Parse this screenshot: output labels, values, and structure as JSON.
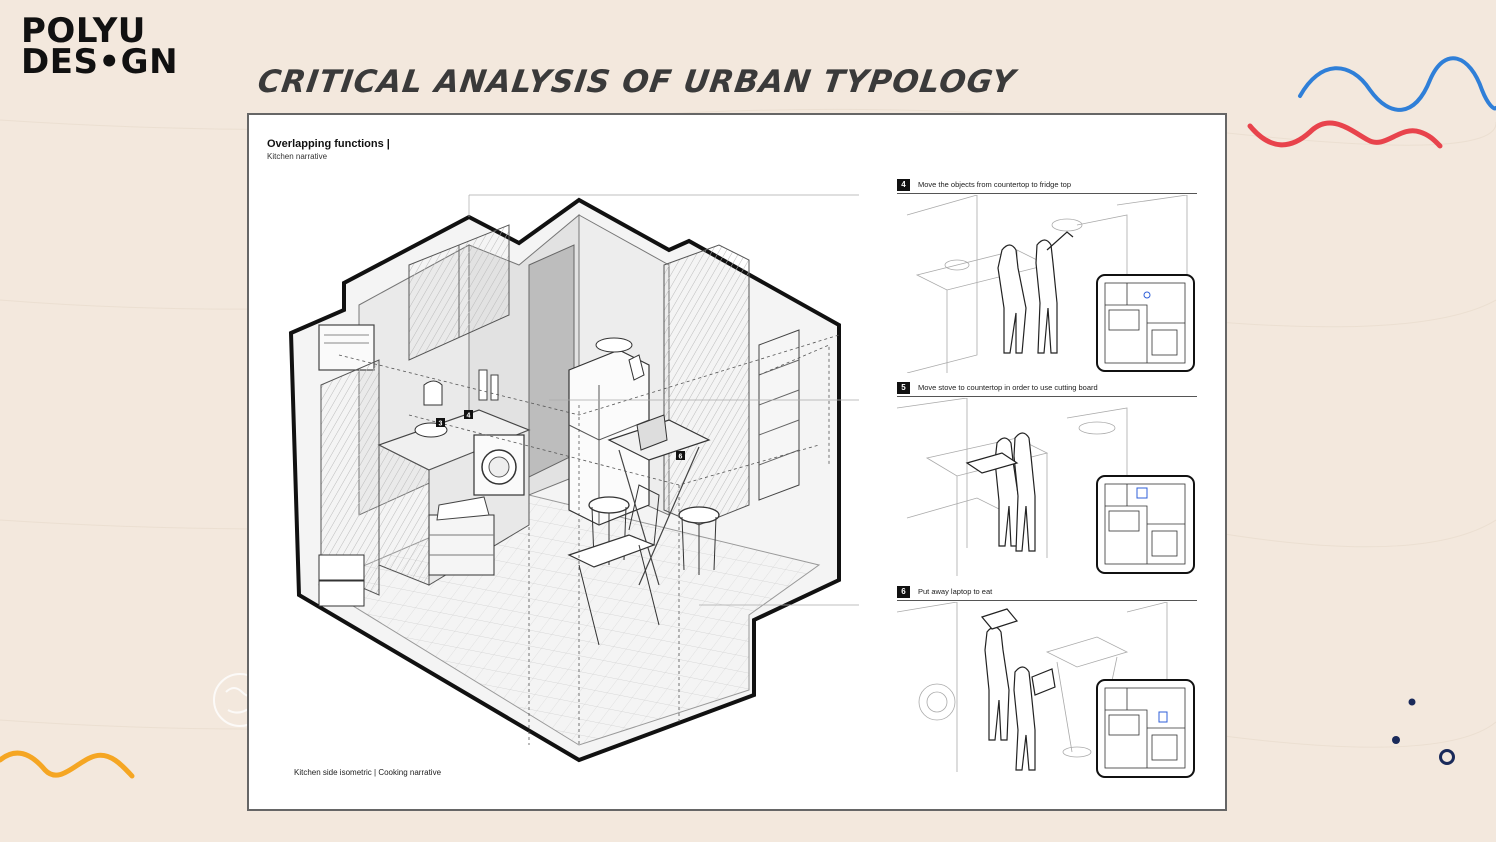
{
  "logo": {
    "line1": "POLYU",
    "line2": "DES•GN"
  },
  "slide": {
    "title": "CRITICAL ANALYSIS OF URBAN TYPOLOGY"
  },
  "sheet": {
    "title": "Overlapping functions |",
    "subtitle": "Kitchen narrative",
    "caption": "Kitchen side isometric | Cooking narrative",
    "markers": [
      "3",
      "4",
      "6"
    ]
  },
  "panels": [
    {
      "number": "4",
      "text": "Move the objects from countertop to fridge top"
    },
    {
      "number": "5",
      "text": "Move stove to countertop in order to use cutting board"
    },
    {
      "number": "6",
      "text": "Put away laptop to eat"
    }
  ],
  "colors": {
    "background": "#f3e8dd",
    "blue": "#2f7fd8",
    "red": "#e8434c",
    "yellow": "#f5a623",
    "navy": "#1a2a5a"
  }
}
